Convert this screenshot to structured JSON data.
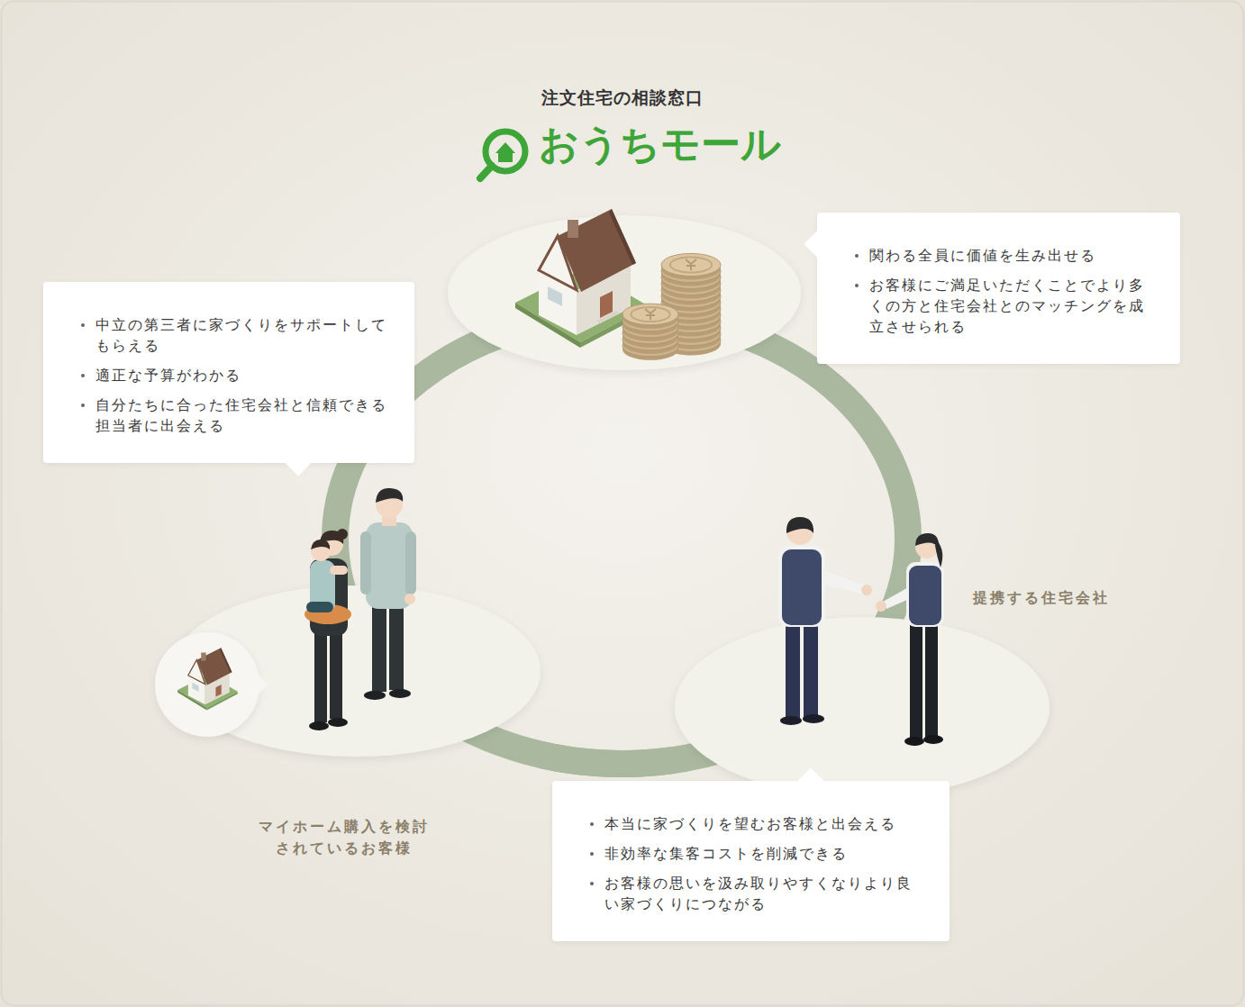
{
  "diagram": {
    "title": "注文住宅の相談窓口",
    "nodes": [
      {
        "text": [
          "マイホーム購入を検討されているお客様"
        ]
      },
      {
        "text": [
          "提携する住宅会社"
        ]
      },
      {
        "text": [
          "中立の第三者に家づくりをサポートしてもらえる",
          "適正な予算がわかる",
          "自分たちに合った住宅会社と信頼できる担当者に出会える"
        ]
      },
      {
        "text": [
          "関わる全員に価値を生み出せる",
          "お客様にご満足いただくことでより多くの方と住宅会社とのマッチングを成立させられる"
        ]
      },
      {
        "text": [
          "本当に家づくりを望むお客様と出会える",
          "非効率な集客コストを削減できる",
          "お客様の思いを汲み取りやすくなりより良い家づくりにつながる"
        ]
      }
    ],
    "edges": [
      {
        "from": 0,
        "to": 1,
        "arrow": "none"
      }
    ],
    "labels": [
      "おうちモール"
    ]
  }
}
